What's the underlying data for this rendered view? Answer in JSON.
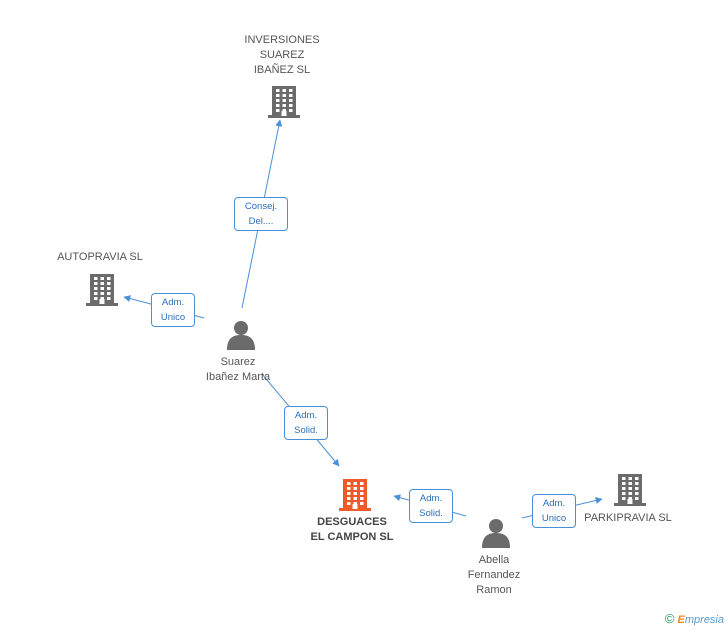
{
  "nodes": {
    "inversiones": {
      "label_lines": [
        "INVERSIONES",
        "SUAREZ",
        "IBAÑEZ SL"
      ],
      "type": "company"
    },
    "autopravia": {
      "label_lines": [
        "AUTOPRAVIA SL"
      ],
      "type": "company"
    },
    "suarez": {
      "label_lines": [
        "Suarez",
        "Ibañez Marta"
      ],
      "type": "person"
    },
    "desguaces": {
      "label_lines": [
        "DESGUACES",
        "EL CAMPON SL"
      ],
      "type": "company-main"
    },
    "abella": {
      "label_lines": [
        "Abella",
        "Fernandez",
        "Ramon"
      ],
      "type": "person"
    },
    "parkipravia": {
      "label_lines": [
        "PARKIPRAVIA SL"
      ],
      "type": "company"
    }
  },
  "edges": [
    {
      "from": "suarez",
      "to": "inversiones",
      "label_lines": [
        "Consej.",
        "Del...."
      ]
    },
    {
      "from": "suarez",
      "to": "autopravia",
      "label_lines": [
        "Adm.",
        "Unico"
      ]
    },
    {
      "from": "suarez",
      "to": "desguaces",
      "label_lines": [
        "Adm.",
        "Solid."
      ]
    },
    {
      "from": "abella",
      "to": "desguaces",
      "label_lines": [
        "Adm.",
        "Solid."
      ]
    },
    {
      "from": "abella",
      "to": "parkipravia",
      "label_lines": [
        "Adm.",
        "Unico"
      ]
    }
  ],
  "colors": {
    "edge": "#4a90d9",
    "company_icon": "#6b6b6b",
    "main_icon": "#f05a28",
    "person_icon": "#6b6b6b"
  },
  "footer": {
    "copyright": "©",
    "brand_initial": "E",
    "brand_rest": "mpresia"
  }
}
